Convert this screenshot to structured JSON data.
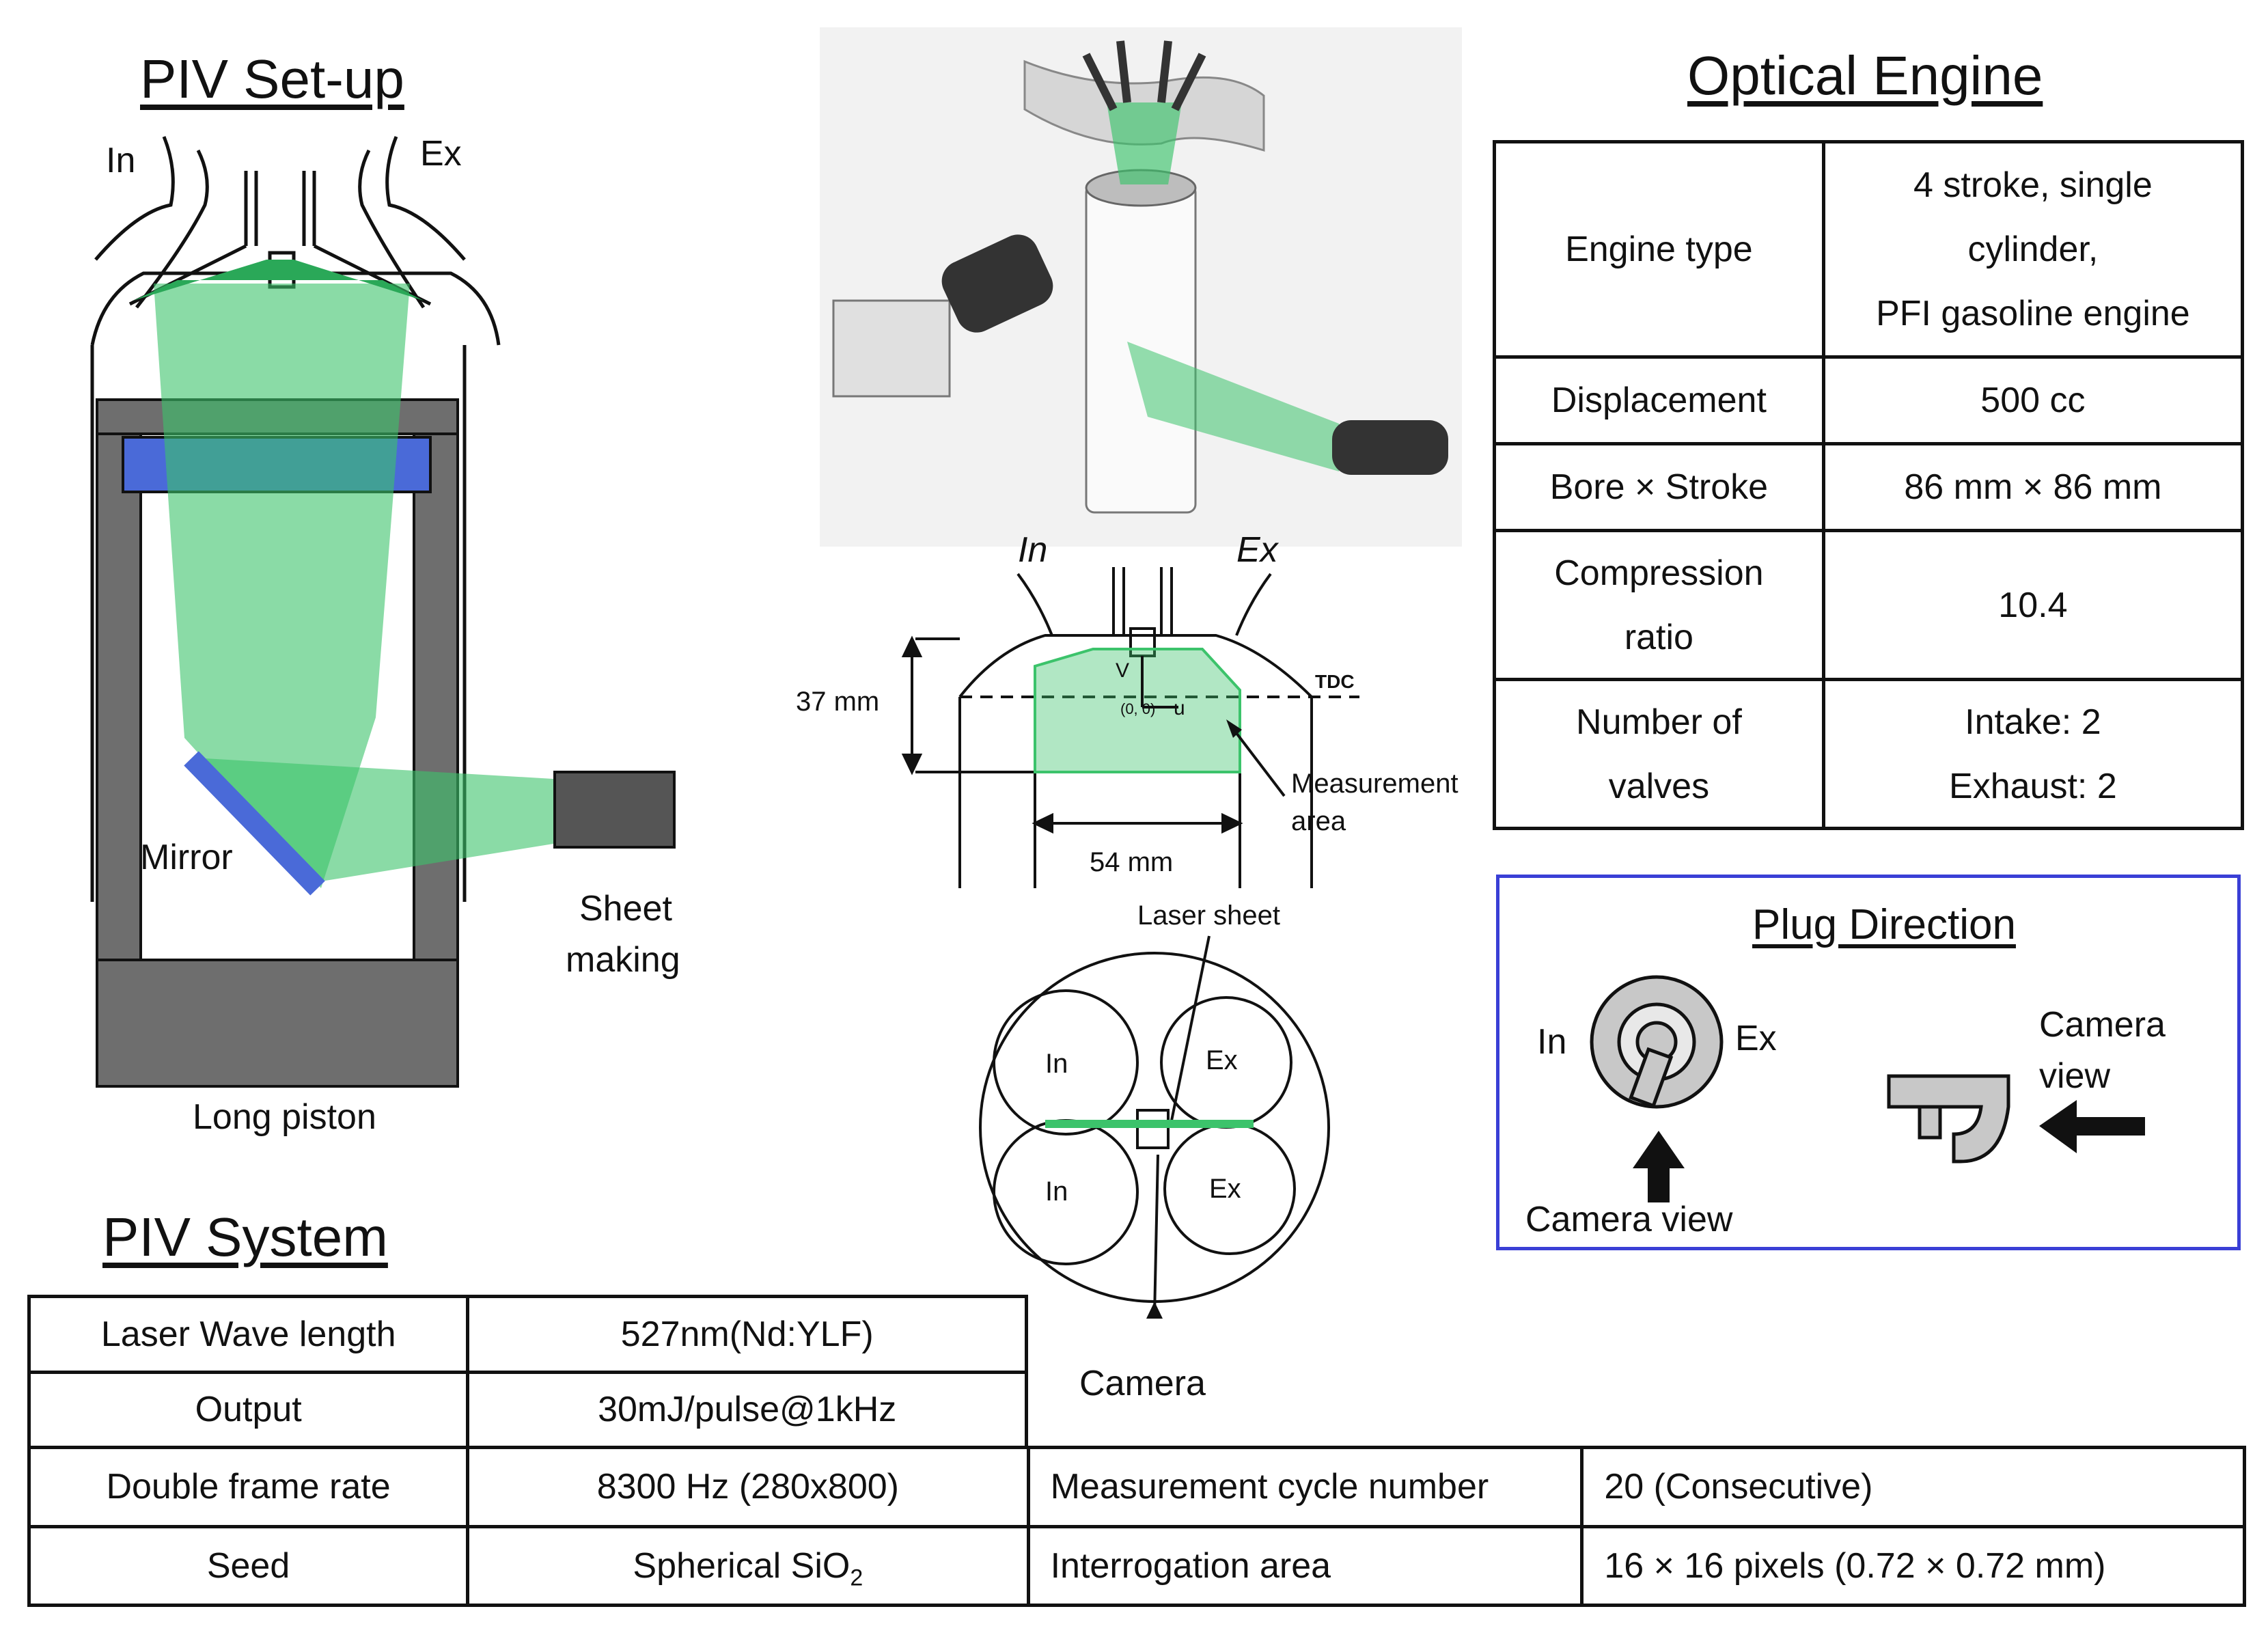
{
  "piv_setup": {
    "title": "PIV Set-up",
    "in_label": "In",
    "ex_label": "Ex",
    "mirror_label": "Mirror",
    "sheet_label_line1": "Sheet",
    "sheet_label_line2": "making",
    "piston_label": "Long piston"
  },
  "section_view": {
    "in_label": "In",
    "ex_label": "Ex",
    "height_dim": "37 mm",
    "width_dim": "54 mm",
    "tdc_label": "TDC",
    "v_label": "V",
    "u_label": "u",
    "origin_label": "(0, 0)",
    "measurement_line1": "Measurement",
    "measurement_line2": "area"
  },
  "top_view": {
    "laser_sheet_label": "Laser sheet",
    "valves": [
      "In",
      "Ex",
      "In",
      "Ex"
    ],
    "camera_label": "Camera"
  },
  "optical_engine": {
    "title": "Optical Engine",
    "rows": [
      {
        "label": [
          "Engine type"
        ],
        "value": [
          "4 stroke, single",
          "cylinder,",
          "PFI gasoline engine"
        ]
      },
      {
        "label": [
          "Displacement"
        ],
        "value": [
          "500 cc"
        ]
      },
      {
        "label": [
          "Bore × Stroke"
        ],
        "value": [
          "86 mm × 86 mm"
        ]
      },
      {
        "label": [
          "Compression",
          "ratio"
        ],
        "value": [
          "10.4"
        ]
      },
      {
        "label": [
          "Number of",
          "valves"
        ],
        "value": [
          "Intake: 2",
          "Exhaust: 2"
        ]
      }
    ]
  },
  "plug_direction": {
    "title": "Plug Direction",
    "in_label": "In",
    "ex_label": "Ex",
    "camera_view_bottom": "Camera view",
    "camera_view_right_line1": "Camera",
    "camera_view_right_line2": "view"
  },
  "piv_system": {
    "title": "PIV System",
    "rows": [
      {
        "label": "Laser Wave length",
        "value": "527nm(Nd:YLF)"
      },
      {
        "label": "Output",
        "value": "30mJ/pulse@1kHz"
      },
      {
        "label": "Double frame rate",
        "value": "8300 Hz (280x800)",
        "label2": "Measurement cycle number",
        "value2": "20 (Consecutive)"
      },
      {
        "label": "Seed",
        "value_main": "Spherical SiO",
        "value_sub": "2",
        "label2": "Interrogation area",
        "value2": "16 × 16 pixels (0.72 × 0.72 mm)"
      }
    ]
  },
  "colors": {
    "laser_green": "#3cc36b",
    "window_blue": "#4a6ad8",
    "wall_gray": "#6e6e6e",
    "box_blue": "#3a3fd6"
  }
}
